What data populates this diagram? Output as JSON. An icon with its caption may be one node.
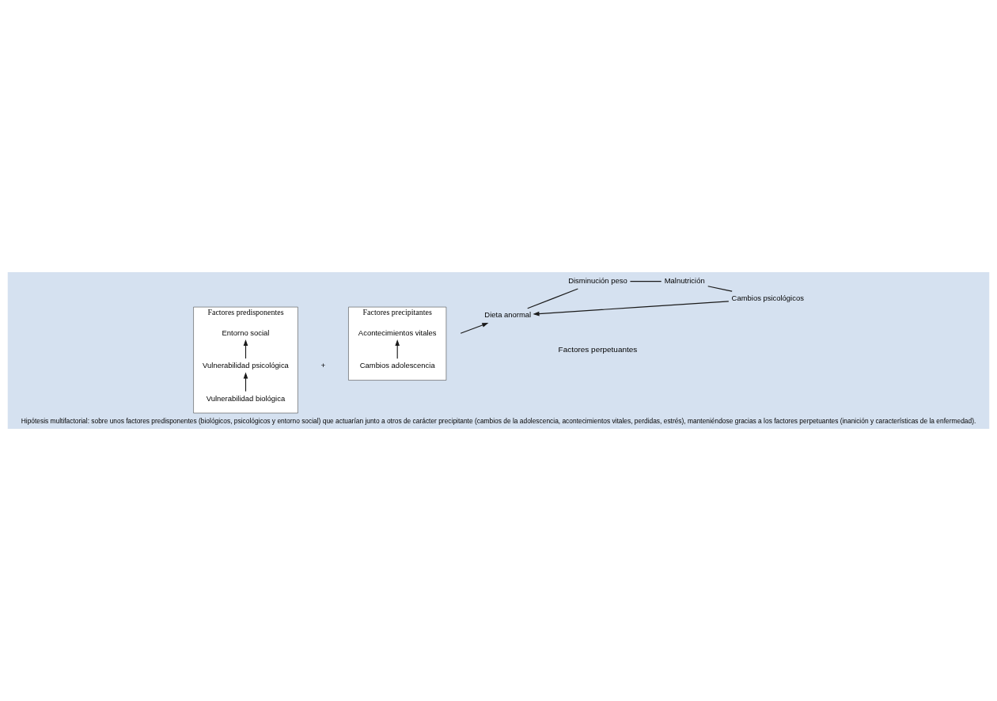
{
  "diagram": {
    "caption": "Hipótesis multifactorial: sobre unos factores predisponentes (biológicos, psicológicos y entorno social) que actuarían junto a otros de carácter precipitante (cambios de la adolescencia, acontecimientos vitales, perdidas, estrés), manteniéndose gracias a los factores perpetuantes (inanición y características de la enfermedad).",
    "nodes": [
      {
        "text": [
          "Factores predisponentes"
        ]
      },
      {
        "text": [
          "Vulnerabilidad biológica"
        ],
        "in": 0
      },
      {
        "text": [
          "Vulnerabilidad psicológica"
        ],
        "in": 0
      },
      {
        "text": [
          "Entorno social"
        ],
        "in": 0
      },
      {
        "text": [
          "Factores precipitantes"
        ]
      },
      {
        "text": [
          "Cambios adolescencia"
        ],
        "in": 4
      },
      {
        "text": [
          "Acontecimientos vitales"
        ],
        "in": 4
      },
      {
        "text": [
          "Dieta anormal"
        ]
      },
      {
        "text": [
          "Disminución peso"
        ]
      },
      {
        "text": [
          "Malnutrición"
        ]
      },
      {
        "text": [
          "Cambios psicológicos"
        ]
      }
    ],
    "edges": [
      {
        "from": 1,
        "to": 2,
        "arrow": "to"
      },
      {
        "from": 2,
        "to": 3,
        "arrow": "to"
      },
      {
        "from": 5,
        "to": 6,
        "arrow": "to"
      },
      {
        "from": null,
        "to": 7,
        "arrow": "to"
      },
      {
        "from": 7,
        "to": 8,
        "arrow": "none"
      },
      {
        "from": 8,
        "to": 9,
        "arrow": "none"
      },
      {
        "from": 9,
        "to": 10,
        "arrow": "none"
      },
      {
        "from": 10,
        "to": 7,
        "arrow": "to"
      }
    ],
    "labels": [
      "Factores perpetuantes",
      "+"
    ]
  }
}
